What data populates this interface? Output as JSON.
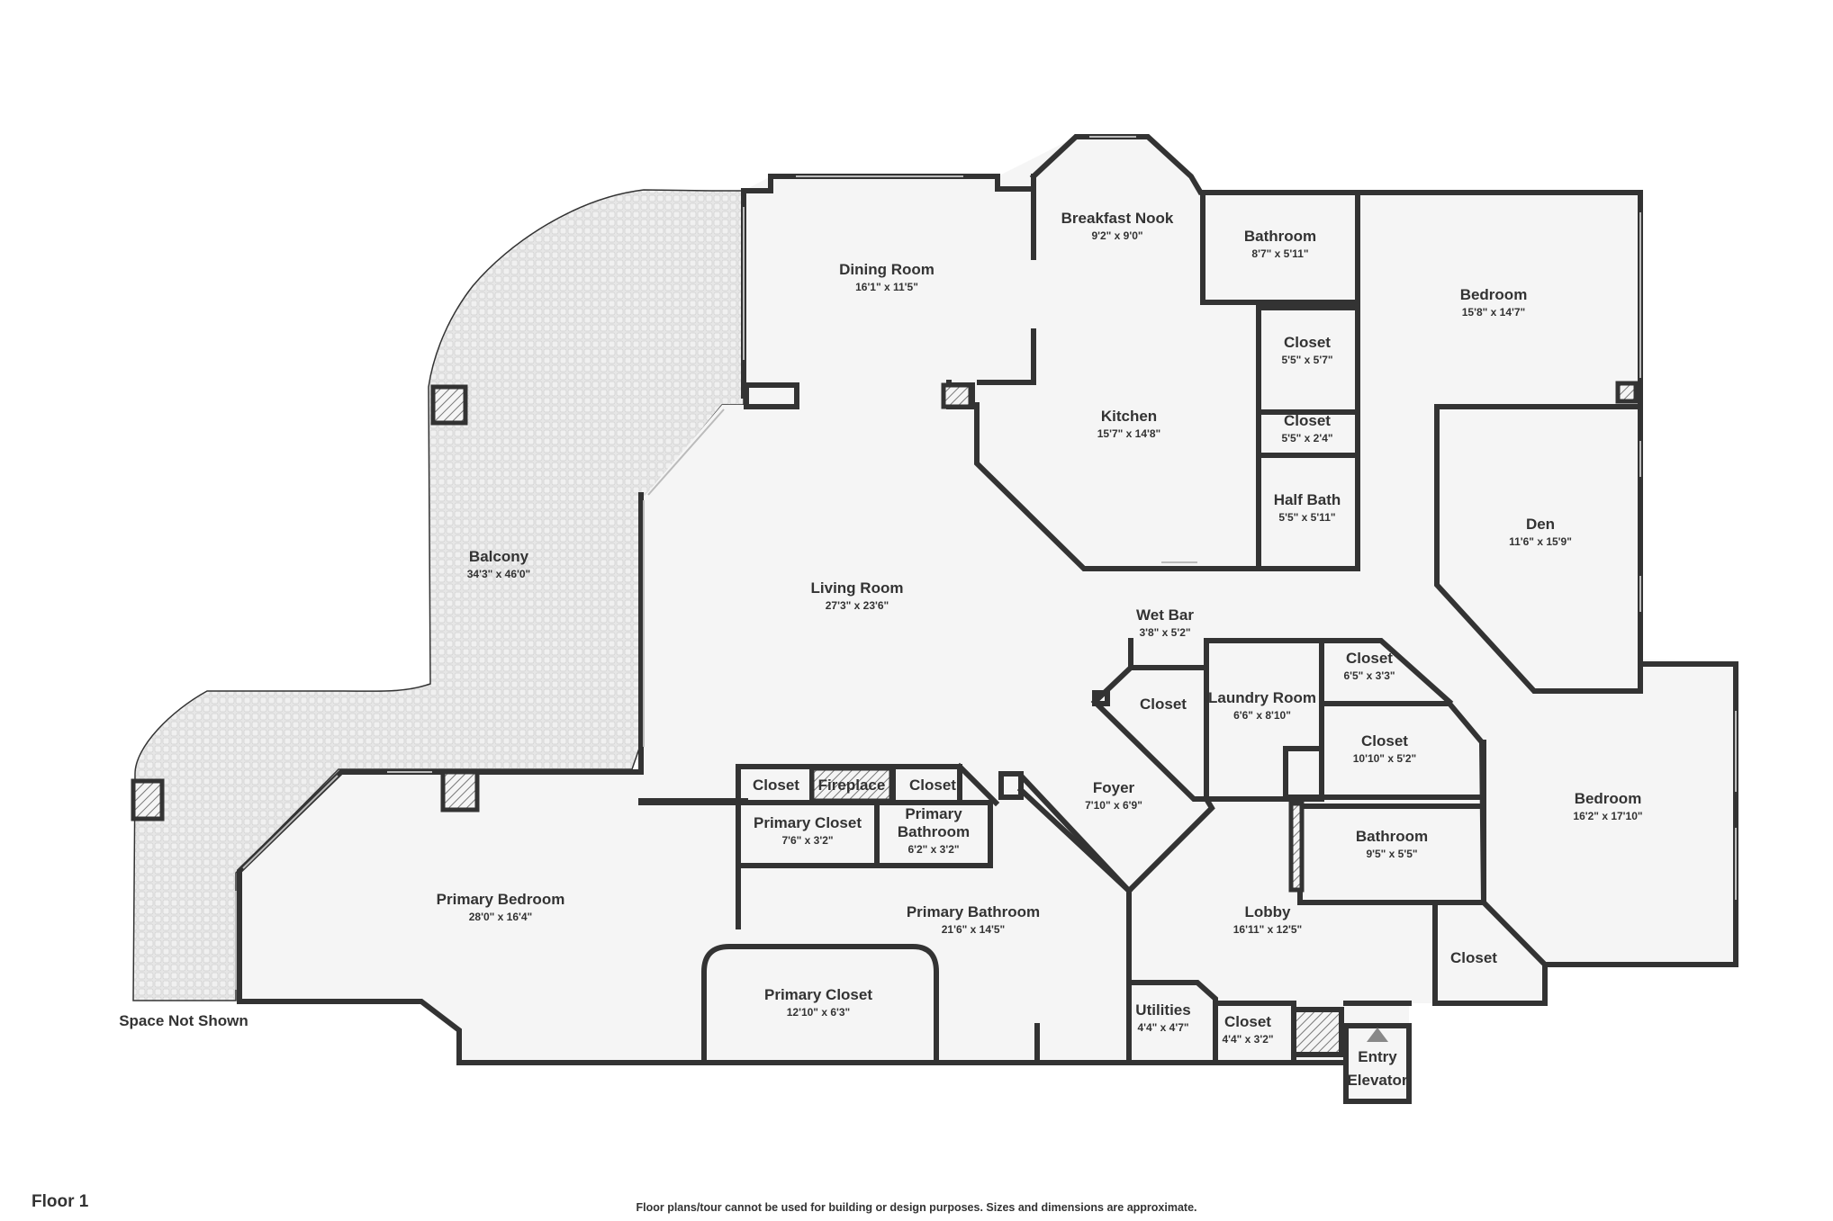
{
  "floor_label": "Floor 1",
  "disclaimer": "Floor plans/tour cannot be used for building or design purposes. Sizes and dimensions are approximate.",
  "space_not_shown": "Space Not Shown",
  "rooms": {
    "balcony": {
      "name": "Balcony",
      "dim": "34'3\" x 46'0\""
    },
    "dining_room": {
      "name": "Dining Room",
      "dim": "16'1\" x 11'5\""
    },
    "breakfast_nook": {
      "name": "Breakfast Nook",
      "dim": "9'2\" x 9'0\""
    },
    "bathroom_top": {
      "name": "Bathroom",
      "dim": "8'7\" x 5'11\""
    },
    "bedroom_top": {
      "name": "Bedroom",
      "dim": "15'8\" x 14'7\""
    },
    "closet_a": {
      "name": "Closet",
      "dim": "5'5\" x 5'7\""
    },
    "closet_b": {
      "name": "Closet",
      "dim": "5'5\" x 2'4\""
    },
    "half_bath": {
      "name": "Half Bath",
      "dim": "5'5\" x 5'11\""
    },
    "kitchen": {
      "name": "Kitchen",
      "dim": "15'7\" x 14'8\""
    },
    "den": {
      "name": "Den",
      "dim": "11'6\" x 15'9\""
    },
    "living_room": {
      "name": "Living Room",
      "dim": "27'3\" x 23'6\""
    },
    "wet_bar": {
      "name": "Wet Bar",
      "dim": "3'8\" x 5'2\""
    },
    "closet_wetbar": {
      "name": "Closet"
    },
    "laundry_room": {
      "name": "Laundry Room",
      "dim": "6'6\" x 8'10\""
    },
    "closet_c": {
      "name": "Closet",
      "dim": "6'5\" x 3'3\""
    },
    "closet_d": {
      "name": "Closet",
      "dim": "10'10\" x 5'2\""
    },
    "bedroom_right": {
      "name": "Bedroom",
      "dim": "16'2\" x 17'10\""
    },
    "closet_lr1": {
      "name": "Closet"
    },
    "fireplace": {
      "name": "Fireplace"
    },
    "closet_lr2": {
      "name": "Closet"
    },
    "foyer": {
      "name": "Foyer",
      "dim": "7'10\" x 6'9\""
    },
    "primary_closet_small": {
      "name": "Primary Closet",
      "dim": "7'6\" x 3'2\""
    },
    "primary_bathroom_small": {
      "name_line1": "Primary",
      "name_line2": "Bathroom",
      "dim": "6'2\" x 3'2\""
    },
    "bathroom_right": {
      "name": "Bathroom",
      "dim": "9'5\" x 5'5\""
    },
    "primary_bedroom": {
      "name": "Primary Bedroom",
      "dim": "28'0\" x 16'4\""
    },
    "primary_bathroom": {
      "name": "Primary Bathroom",
      "dim": "21'6\" x 14'5\""
    },
    "lobby": {
      "name": "Lobby",
      "dim": "16'11\" x 12'5\""
    },
    "closet_lobby": {
      "name": "Closet"
    },
    "primary_closet": {
      "name": "Primary Closet",
      "dim": "12'10\" x 6'3\""
    },
    "utilities": {
      "name": "Utilities",
      "dim": "4'4\" x 4'7\""
    },
    "closet_util": {
      "name": "Closet",
      "dim": "4'4\" x 3'2\""
    },
    "entry": {
      "name": "Entry"
    },
    "elevator": {
      "name": "Elevator"
    }
  },
  "colors": {
    "wall": "#333333",
    "floor": "#f5f5f5",
    "balcony_fill": "#e4e4e4",
    "window": "#ffffff",
    "window_line": "#bbbbbb"
  }
}
